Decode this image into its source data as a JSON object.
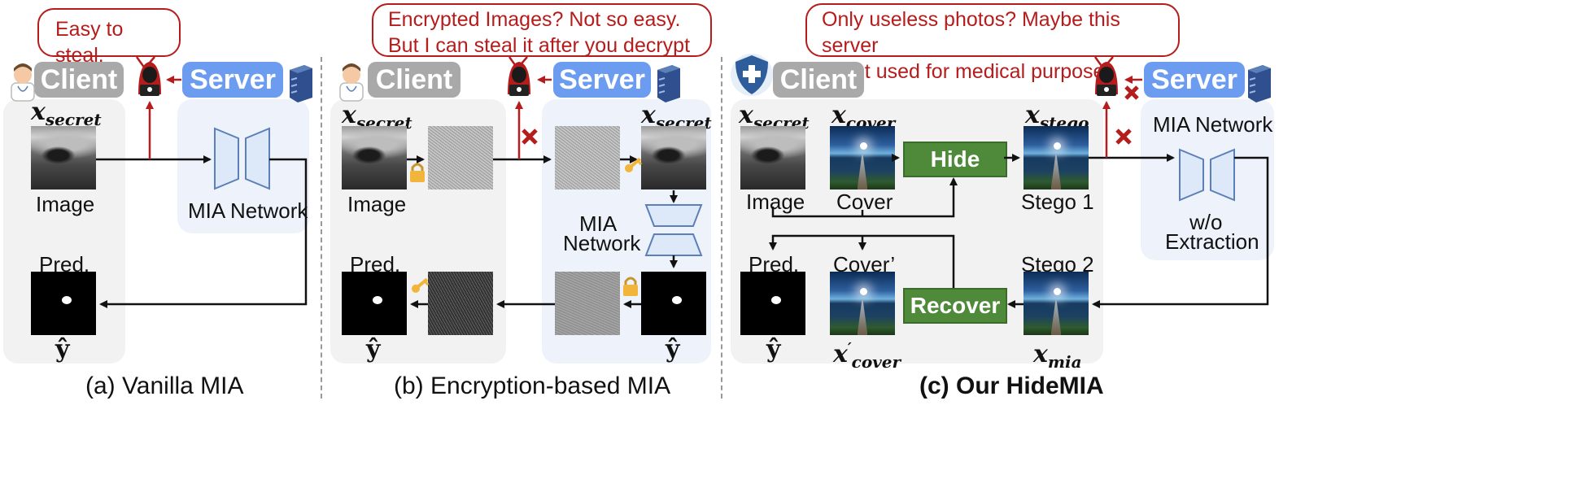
{
  "panel_a": {
    "bubble": "Easy to steal.",
    "client": "Client",
    "server": "Server",
    "x_secret_base": "x",
    "x_secret_sub": "secret",
    "image_label": "Image",
    "network_label": "MIA Network",
    "pred_label": "Pred.",
    "yhat": "ŷ",
    "caption": "(a) Vanilla MIA"
  },
  "panel_b": {
    "bubble_line1": "Encrypted Images? Not so easy.",
    "bubble_line2": "But I can steal it after you decrypt it.",
    "client": "Client",
    "server": "Server",
    "x_secret_base": "x",
    "x_secret_sub": "secret",
    "x_secret2_base": "x",
    "x_secret2_sub": "secret",
    "image_label": "Image",
    "network_line1": "MIA",
    "network_line2": "Network",
    "pred_label": "Pred.",
    "yhat": "ŷ",
    "yhat2": "ŷ",
    "caption": "(b) Encryption-based MIA"
  },
  "panel_c": {
    "bubble_line1": "Only useless photos? Maybe this server",
    "bubble_line2": "is not used for medical purpose.",
    "client": "Client",
    "server": "Server",
    "x_secret_base": "x",
    "x_secret_sub": "secret",
    "x_cover_base": "x",
    "x_cover_sub": "cover",
    "x_stego_base": "x",
    "x_stego_sub": "stego",
    "image_label": "Image",
    "cover_label": "Cover",
    "stego1_label": "Stego 1",
    "hide_label": "Hide",
    "network_label": "MIA Network",
    "wo_line1": "w/o",
    "wo_line2": "Extraction",
    "pred_label": "Pred.",
    "cover_prime_label": "Cover’",
    "stego2_label": "Stego 2",
    "recover_label": "Recover",
    "yhat": "ŷ",
    "x_cover_prime_base": "x",
    "x_cover_prime_sup": "′",
    "x_cover_prime_sub": "cover",
    "x_mia_base": "x",
    "x_mia_sub": "mia",
    "caption": "(c) Our HideMIA"
  },
  "colors": {
    "attacker_red": "#b51c1c",
    "server_blue": "#6c9cf0",
    "client_gray": "#a9a9a9",
    "module_green": "#4f8a3a",
    "network_fill": "#dde8f8",
    "network_stroke": "#5b7fb8"
  },
  "icons": [
    "doctor-icon",
    "hacker-icon",
    "server-rack-icon",
    "lock-icon",
    "key-icon",
    "cross-icon",
    "medical-shield-icon"
  ]
}
